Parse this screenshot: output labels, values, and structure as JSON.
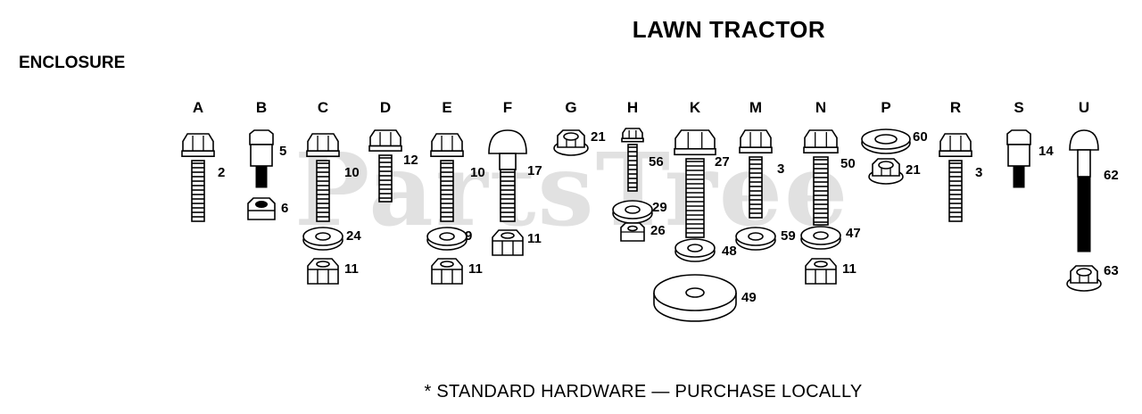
{
  "header": {
    "title": "LAWN TRACTOR",
    "section": "ENCLOSURE"
  },
  "footer": {
    "note": "* STANDARD HARDWARE — PURCHASE LOCALLY"
  },
  "watermark": {
    "text": "PartsTree"
  },
  "columns": [
    {
      "letter": "A",
      "parts": [
        {
          "type": "hex-bolt",
          "num": "2"
        }
      ]
    },
    {
      "letter": "B",
      "parts": [
        {
          "type": "shoulder-bolt",
          "num": "5"
        },
        {
          "type": "lock-nut",
          "num": "6"
        }
      ]
    },
    {
      "letter": "C",
      "parts": [
        {
          "type": "hex-bolt",
          "num": "10"
        },
        {
          "type": "washer",
          "num": "24"
        },
        {
          "type": "hex-nut",
          "num": "11"
        }
      ]
    },
    {
      "letter": "D",
      "parts": [
        {
          "type": "hex-bolt-short",
          "num": "12"
        }
      ]
    },
    {
      "letter": "E",
      "parts": [
        {
          "type": "hex-bolt",
          "num": "10"
        },
        {
          "type": "washer",
          "num": "9"
        },
        {
          "type": "hex-nut",
          "num": "11"
        }
      ]
    },
    {
      "letter": "F",
      "parts": [
        {
          "type": "carriage-bolt",
          "num": "17"
        },
        {
          "type": "hex-nut",
          "num": "11"
        }
      ]
    },
    {
      "letter": "G",
      "parts": [
        {
          "type": "flange-nut",
          "num": "21"
        }
      ]
    },
    {
      "letter": "H",
      "parts": [
        {
          "type": "small-bolt",
          "num": "56"
        },
        {
          "type": "washer",
          "num": "29"
        },
        {
          "type": "small-nut",
          "num": "26"
        }
      ]
    },
    {
      "letter": "K",
      "parts": [
        {
          "type": "large-bolt",
          "num": "27"
        },
        {
          "type": "washer",
          "num": "48"
        },
        {
          "type": "large-washer",
          "num": "49"
        }
      ]
    },
    {
      "letter": "M",
      "parts": [
        {
          "type": "hex-bolt",
          "num": "3"
        },
        {
          "type": "washer",
          "num": "59"
        }
      ]
    },
    {
      "letter": "N",
      "parts": [
        {
          "type": "hex-bolt-long",
          "num": "50"
        },
        {
          "type": "washer",
          "num": "47"
        },
        {
          "type": "hex-nut",
          "num": "11"
        }
      ]
    },
    {
      "letter": "P",
      "parts": [
        {
          "type": "washer-top",
          "num": "60"
        },
        {
          "type": "flange-nut",
          "num": "21"
        }
      ]
    },
    {
      "letter": "R",
      "parts": [
        {
          "type": "hex-bolt",
          "num": "3"
        }
      ]
    },
    {
      "letter": "S",
      "parts": [
        {
          "type": "shoulder-bolt",
          "num": "14"
        }
      ]
    },
    {
      "letter": "U",
      "parts": [
        {
          "type": "long-carriage-bolt",
          "num": "62"
        },
        {
          "type": "flange-nut",
          "num": "63"
        }
      ]
    }
  ]
}
